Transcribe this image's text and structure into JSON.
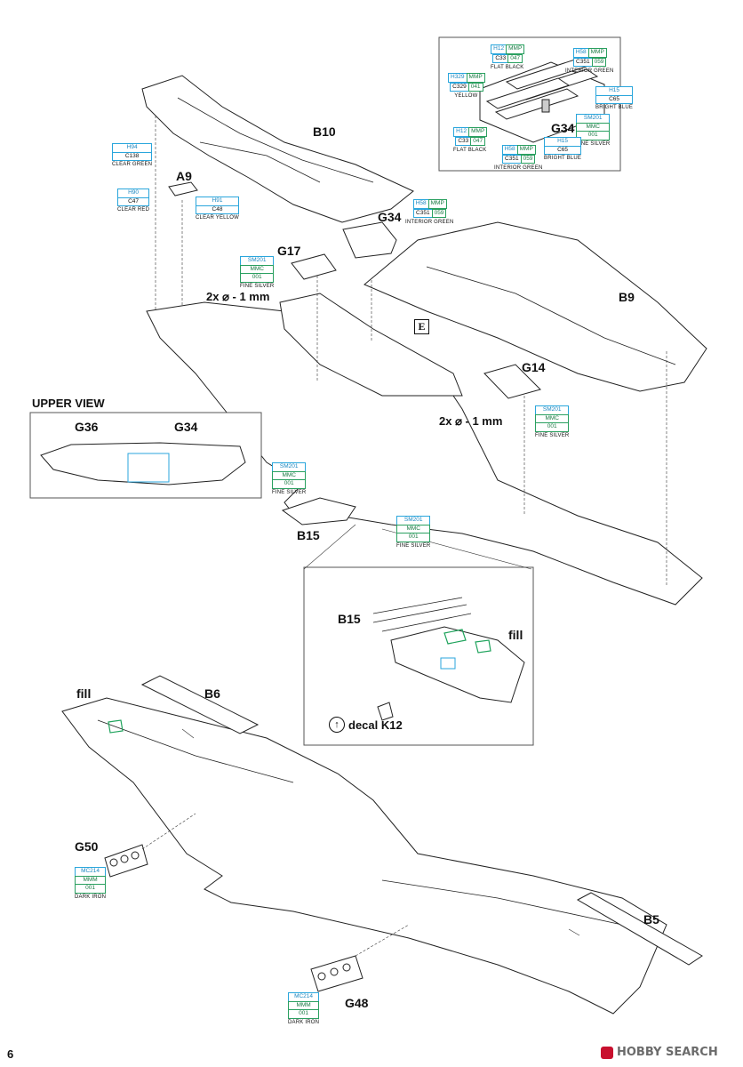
{
  "page_number": "6",
  "watermark": "HOBBY SEARCH",
  "parts": {
    "a9": "A9",
    "b10": "B10",
    "b9": "B9",
    "b15": "B15",
    "b6": "B6",
    "b5": "B5",
    "g34": "G34",
    "g17": "G17",
    "g14": "G14",
    "g36": "G36",
    "g50": "G50",
    "g48": "G48",
    "e_mark": "E"
  },
  "drill_notes": {
    "left": "2x ⌀ - 1 mm",
    "right": "2x ⌀ - 1 mm"
  },
  "upper_view": {
    "title": "UPPER VIEW",
    "g36": "G36",
    "g34": "G34"
  },
  "detail_box": {
    "b15": "B15",
    "fill": "fill",
    "decal": "decal K12"
  },
  "fill_label": "fill",
  "paints": {
    "a9_green": {
      "codes": [
        "H94",
        "C138"
      ],
      "name": "CLEAR GREEN"
    },
    "a9_red": {
      "codes": [
        "H90",
        "C47"
      ],
      "name": "CLEAR RED"
    },
    "a9_yellow": {
      "codes": [
        "H91",
        "C48"
      ],
      "name": "CLEAR YELLOW"
    },
    "g34_int_green": {
      "codes": [
        "H58",
        "MMP",
        "C351",
        "059"
      ],
      "name": "INTERIOR GREEN"
    },
    "g17_silver": {
      "codes": [
        "SM201",
        "MMC",
        "001"
      ],
      "name": "FINE SILVER"
    },
    "g14_silver": {
      "codes": [
        "SM201",
        "MMC",
        "001"
      ],
      "name": "FINE SILVER"
    },
    "b15_silver_left": {
      "codes": [
        "SM201",
        "MMC",
        "001"
      ],
      "name": "FINE SILVER"
    },
    "b15_silver_center": {
      "codes": [
        "SM201",
        "MMC",
        "001"
      ],
      "name": "FINE SILVER"
    },
    "g50_iron": {
      "codes": [
        "MC214",
        "MMM",
        "001"
      ],
      "name": "DARK IRON"
    },
    "g48_iron": {
      "codes": [
        "MC214",
        "MMM",
        "001"
      ],
      "name": "DARK IRON"
    },
    "inset": {
      "flat_black_top": {
        "codes": [
          "H12",
          "MMP",
          "C33",
          "047"
        ],
        "name": "FLAT BLACK"
      },
      "int_green_top": {
        "codes": [
          "H58",
          "MMP",
          "C351",
          "059"
        ],
        "name": "INTERIOR GREEN"
      },
      "yellow": {
        "codes": [
          "H329",
          "MMP",
          "C329",
          "041"
        ],
        "name": "YELLOW"
      },
      "bright_blue_right": {
        "codes": [
          "H15",
          "C65"
        ],
        "name": "BRIGHT BLUE"
      },
      "fine_silver": {
        "codes": [
          "SM201",
          "MMC",
          "001"
        ],
        "name": "FINE SILVER"
      },
      "g34": "G34",
      "flat_black_bottom": {
        "codes": [
          "H12",
          "MMP",
          "C33",
          "047"
        ],
        "name": "FLAT BLACK"
      },
      "bright_blue_bottom": {
        "codes": [
          "H15",
          "C65"
        ],
        "name": "BRIGHT BLUE"
      },
      "int_green_bottom": {
        "codes": [
          "H58",
          "MMP",
          "C351",
          "059"
        ],
        "name": "INTERIOR GREEN"
      }
    }
  }
}
